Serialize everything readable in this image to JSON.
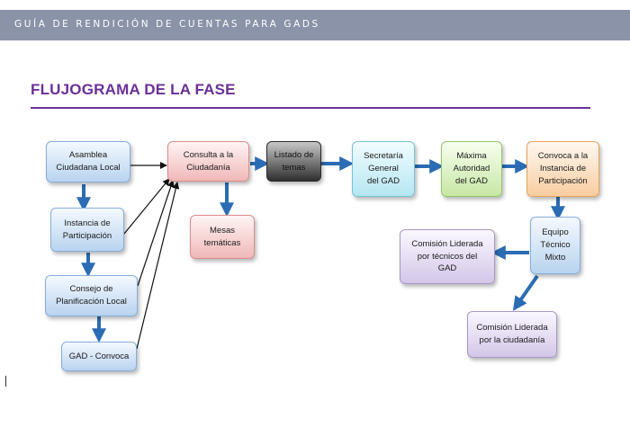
{
  "header": {
    "title": "GUÍA DE RENDICIÓN DE CUENTAS PARA GADS"
  },
  "page": {
    "heading": "FLUJOGRAMA DE LA FASE"
  },
  "nodes": {
    "asamblea": "Asamblea\nCiudadana Local",
    "instancia": "Instancia de\nParticipación",
    "consejo": "Consejo de\nPlanificación Local",
    "gad_convoca": "GAD - Convoca",
    "consulta": "Consulta a la\nCiudadanía",
    "mesas": "Mesas\ntemáticas",
    "listado": "Listado de\ntemas",
    "secretaria": "Secretaría\nGeneral\ndel GAD",
    "maxima": "Máxima\nAutoridad\ndel GAD",
    "convoca": "Convoca a la\nInstancia de\nParticipación",
    "equipo": "Equipo\nTécnico\nMixto",
    "comision_tecnicos": "Comisión Liderada\npor técnicos del\nGAD",
    "comision_ciudadania": "Comisión Liderada\npor la ciudadanía"
  },
  "colors": {
    "heading": "#6b2f98",
    "topbar": "#8a93a8",
    "arrow": "#2b6cb3",
    "connector": "#111111"
  }
}
